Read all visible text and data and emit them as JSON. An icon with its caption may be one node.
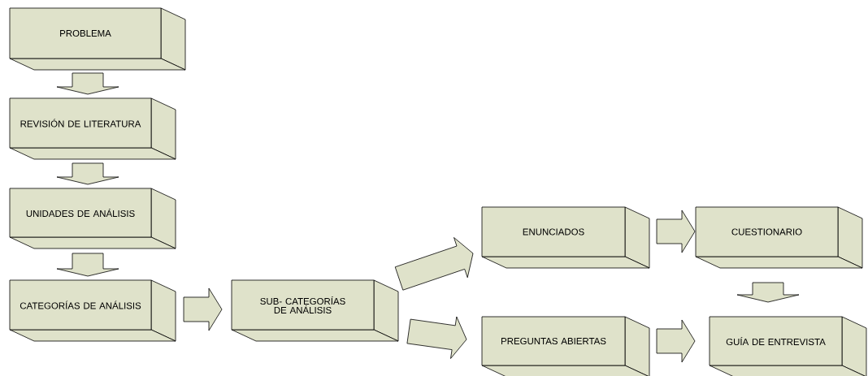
{
  "diagram": {
    "nodes": [
      {
        "text": [
          "PROBLEMA"
        ]
      },
      {
        "text": [
          "REVISIÓN DE LITERATURA"
        ]
      },
      {
        "text": [
          "UNIDADES DE ANÁLISIS"
        ]
      },
      {
        "text": [
          "CATEGORÍAS DE ANÁLISIS"
        ]
      },
      {
        "text": [
          "SUB- CATEGORÍAS DE ANÁLISIS"
        ]
      },
      {
        "text": [
          "ENUNCIADOS"
        ]
      },
      {
        "text": [
          "CUESTIONARIO"
        ]
      },
      {
        "text": [
          "PREGUNTAS ABIERTAS"
        ]
      },
      {
        "text": [
          "GUÍA DE ENTREVISTA"
        ]
      }
    ],
    "edges": [
      {
        "from": 0,
        "to": 1,
        "arrow": "to"
      },
      {
        "from": 1,
        "to": 2,
        "arrow": "to"
      },
      {
        "from": 2,
        "to": 3,
        "arrow": "to"
      },
      {
        "from": 3,
        "to": 4,
        "arrow": "to"
      },
      {
        "from": 4,
        "to": 5,
        "arrow": "to"
      },
      {
        "from": 4,
        "to": 7,
        "arrow": "to"
      },
      {
        "from": 5,
        "to": 6,
        "arrow": "to"
      },
      {
        "from": 6,
        "to": 8,
        "arrow": "to"
      },
      {
        "from": 7,
        "to": 8,
        "arrow": "to"
      }
    ]
  }
}
